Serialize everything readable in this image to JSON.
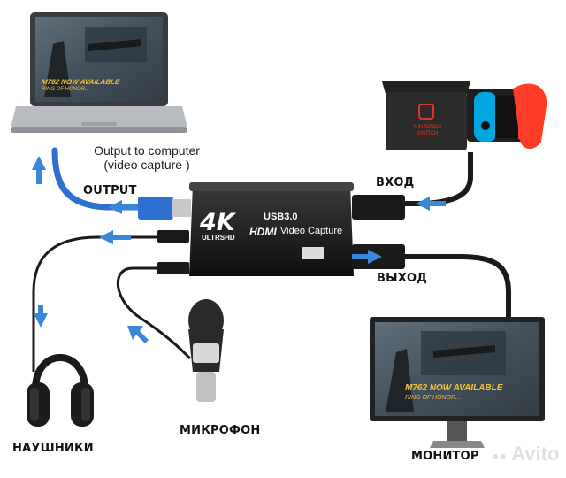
{
  "labels": {
    "output_note_line1": "Output to computer",
    "output_note_line2": "(video capture )",
    "output": "OUTPUT",
    "input_ru": "ВХОД",
    "output_ru": "ВЫХОД",
    "headphones": "НАУШНИКИ",
    "microphone": "МИКРОФОН",
    "monitor": "МОНИТОР"
  },
  "capture_device": {
    "badge_4k": "4K",
    "badge_ultrahd": "ULTRSHD",
    "usb": "USB3.0",
    "hdmi": "HDMI",
    "title": "Video Capture"
  },
  "console": {
    "brand_line1": "NINTENDO",
    "brand_line2": "SWITCH"
  },
  "game_screen": {
    "banner_line1": "M762 NOW AVAILABLE",
    "banner_line2": "RING OF HONOR..."
  },
  "watermark": "Avito",
  "colors": {
    "arrow": "#3a86d8",
    "cable": "#1a1a1a",
    "usb_blue": "#2f6fcf",
    "joycon_left": "#00a6e0",
    "joycon_right": "#ff3c28",
    "label_text": "#111111"
  }
}
